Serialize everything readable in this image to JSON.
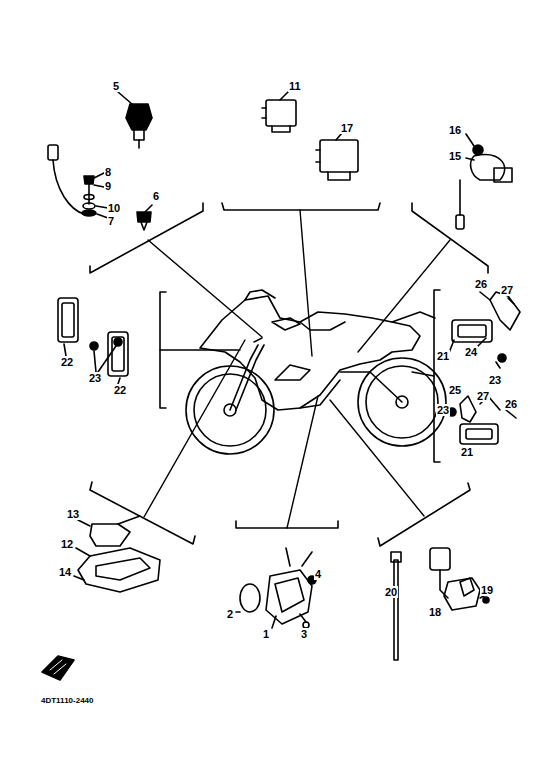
{
  "diagram": {
    "labels": [
      "5",
      "8",
      "9",
      "6",
      "10",
      "7",
      "11",
      "17",
      "16",
      "15",
      "22",
      "23",
      "22",
      "26",
      "27",
      "21",
      "24",
      "23",
      "25",
      "27",
      "26",
      "23",
      "21",
      "13",
      "12",
      "14",
      "4",
      "2",
      "1",
      "3",
      "20",
      "18",
      "19",
      "4DT1110-2440"
    ]
  }
}
